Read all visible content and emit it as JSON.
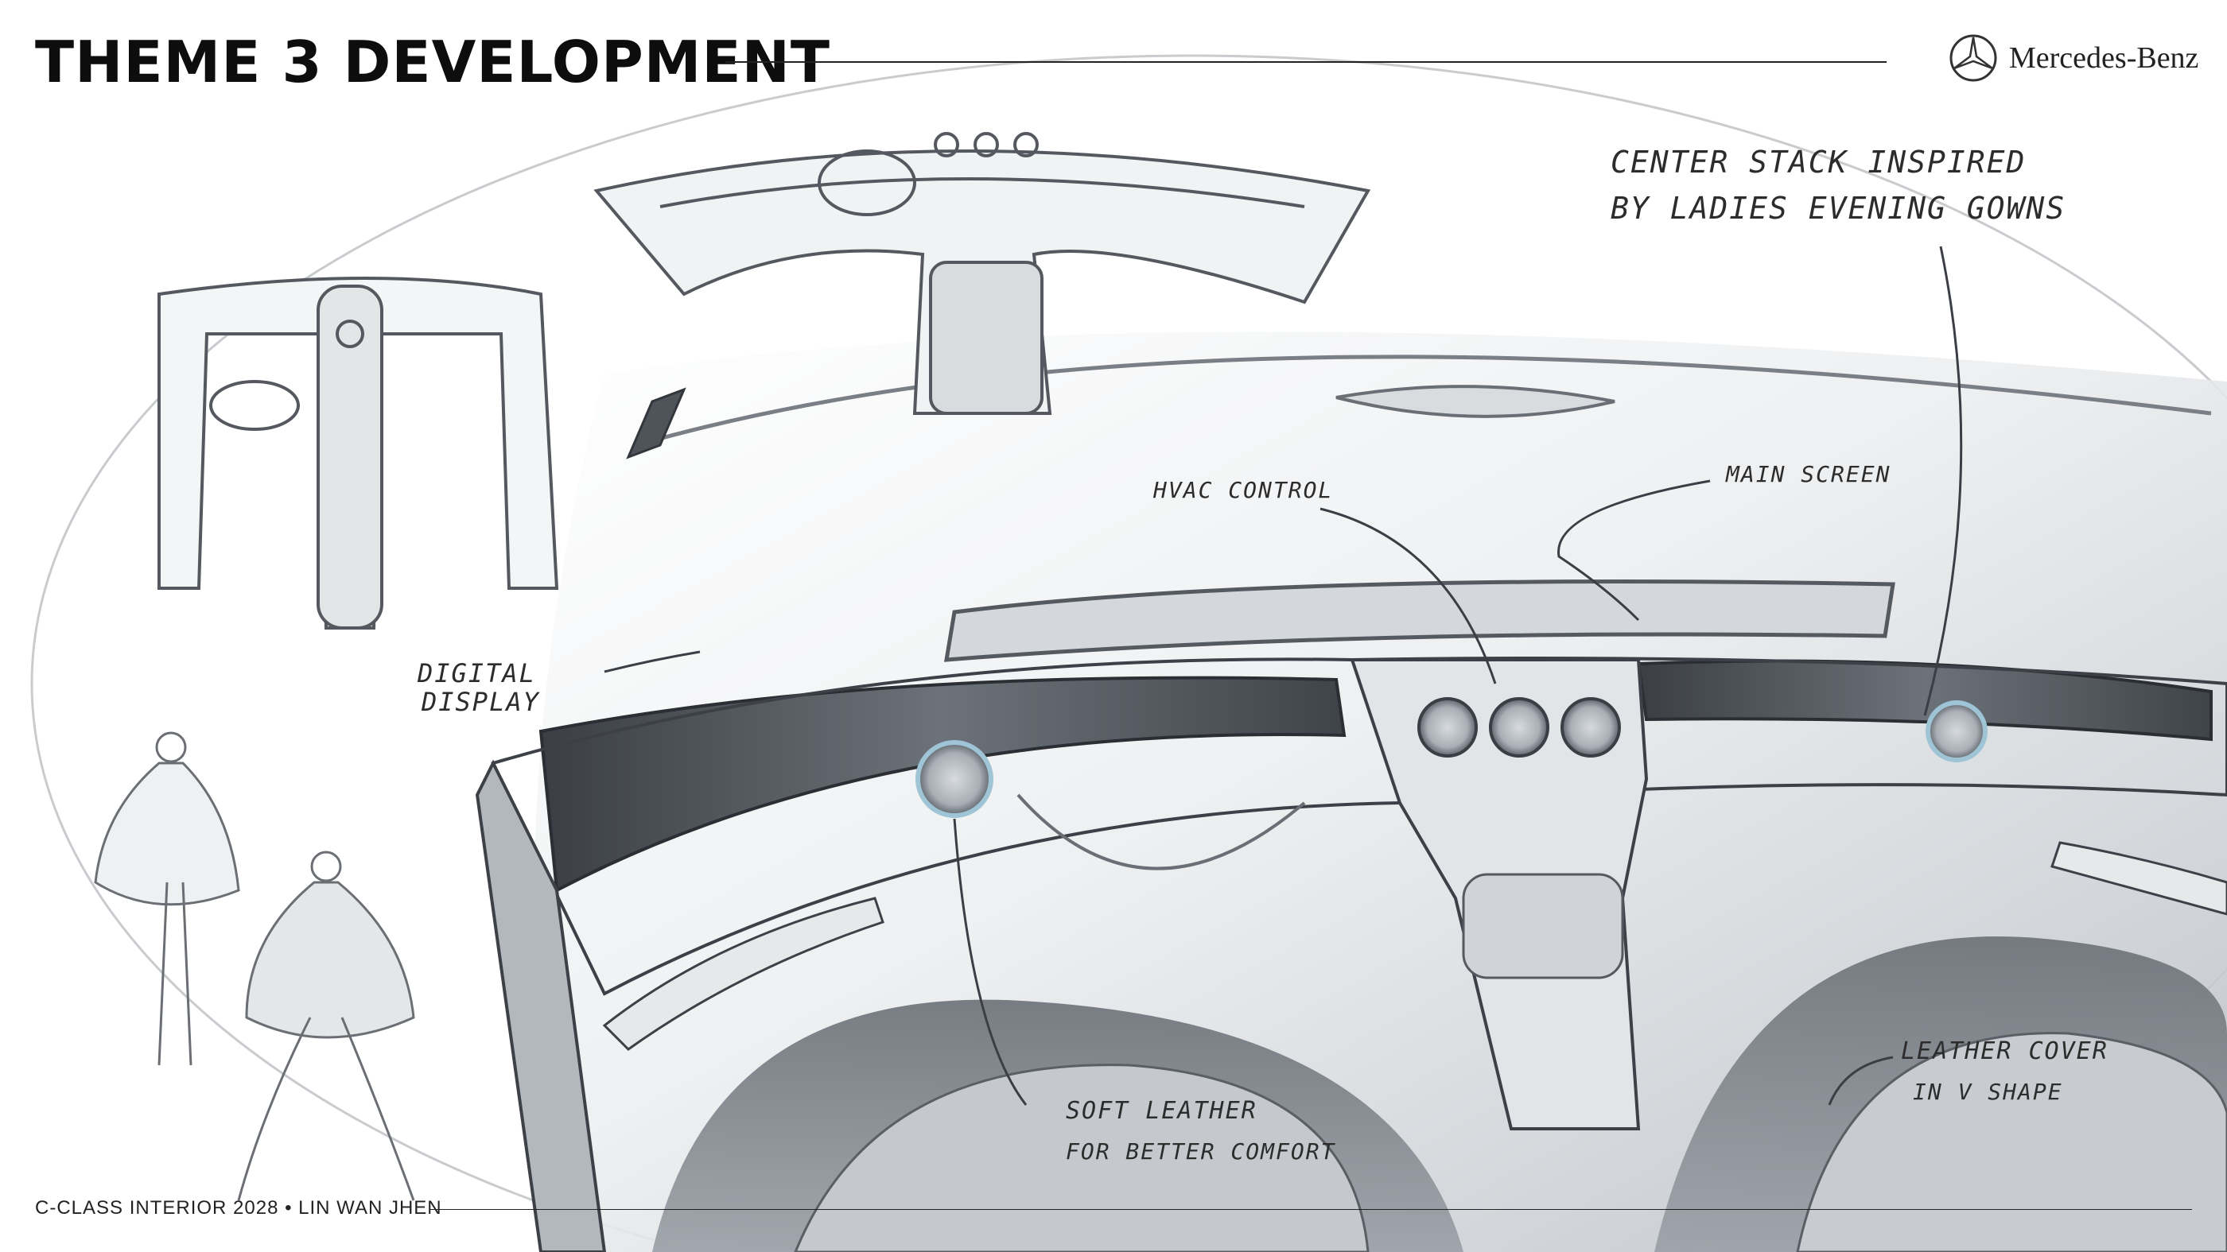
{
  "header": {
    "title": "THEME 3 DEVELOPMENT",
    "brand": "Mercedes-Benz",
    "brand_icon": "three-pointed-star-icon"
  },
  "footer": {
    "caption": "C-CLASS INTERIOR 2028 • LIN WAN JHEN"
  },
  "annotations": {
    "center_stack_line1": "CENTER STACK INSPIRED",
    "center_stack_line2": "BY LADIES EVENING GOWNS",
    "hvac": "HVAC CONTROL",
    "main_screen": "MAIN SCREEN",
    "digital_display_line1": "DIGITAL",
    "digital_display_line2": "DISPLAY",
    "soft_leather_line1": "SOFT LEATHER",
    "soft_leather_line2": "FOR BETTER COMFORT",
    "leather_cover_line1": "LEATHER COVER",
    "leather_cover_line2": "IN V SHAPE"
  },
  "colors": {
    "ink": "#1a1a1a",
    "sketch_gray": "#6b6f74",
    "shade_dark": "#4a4f56",
    "vent_ring": "#9fc4d6",
    "paper": "#ffffff"
  }
}
